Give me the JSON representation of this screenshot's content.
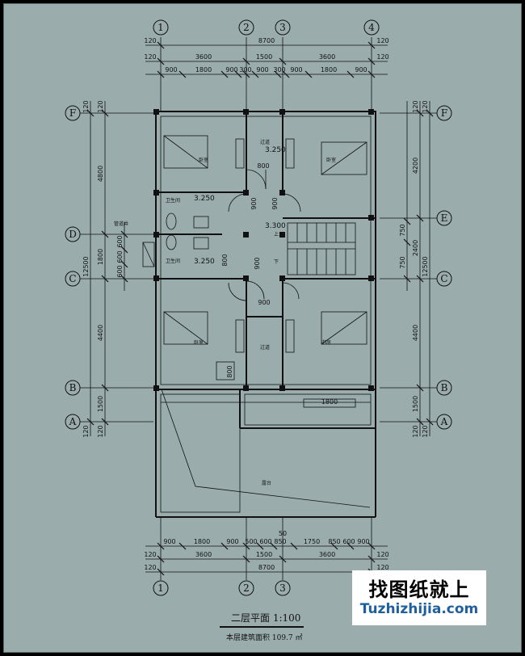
{
  "axes": {
    "columns": [
      "1",
      "2",
      "3",
      "4"
    ],
    "rows": [
      "F",
      "E",
      "D",
      "C",
      "B",
      "A"
    ]
  },
  "dims_top": {
    "edge": [
      "120",
      "120"
    ],
    "overall": "8700",
    "bays": [
      "3600",
      "1500",
      "3600"
    ],
    "detail": [
      "900",
      "1800",
      "900",
      "300",
      "900",
      "300",
      "900",
      "1800",
      "900"
    ]
  },
  "dims_bottom": {
    "detail": [
      "900",
      "1800",
      "900",
      "500",
      "600",
      "850",
      "1750",
      "850",
      "600",
      "900"
    ],
    "mark": "50",
    "bays": [
      "3600",
      "1500",
      "3600"
    ],
    "overall": "8700",
    "edge": [
      "120",
      "120"
    ]
  },
  "dims_left": {
    "edge": [
      "120",
      "120"
    ],
    "bays": [
      "4800",
      "1800",
      "4400",
      "1500"
    ],
    "window": [
      "600",
      "600",
      "600"
    ],
    "overall": "12500"
  },
  "dims_right": {
    "edge": [
      "120",
      "120"
    ],
    "bays": [
      "4200",
      "2400",
      "4400",
      "1500"
    ],
    "window": [
      "750",
      "750"
    ],
    "overall": "12500"
  },
  "interior_dims": {
    "d800a": "800",
    "d900a": "900",
    "d900b": "900",
    "d800b": "800",
    "d900c": "900",
    "d900d": "900",
    "d800c": "800",
    "d1800": "1800"
  },
  "levels": {
    "l1": "3.250",
    "l2": "3.250",
    "l3": "3.300",
    "l4": "3.250"
  },
  "labels": {
    "stair_up": "上",
    "stair_down": "下",
    "pipe": "管道井",
    "room_small": "过道",
    "room_bed": "卧室",
    "room_bath": "卫生间",
    "room_study": "书房",
    "terrace": "露台"
  },
  "title": {
    "plan": "二层平面",
    "scale": "1:100",
    "area": "本层建筑面积 109.7 ㎡"
  },
  "watermark": {
    "cn": "找图纸就上",
    "url": "Tuzhizhijia.com"
  },
  "colors": {
    "paper": "#9aacac",
    "line": "#111111",
    "url": "#1f5f9e"
  }
}
